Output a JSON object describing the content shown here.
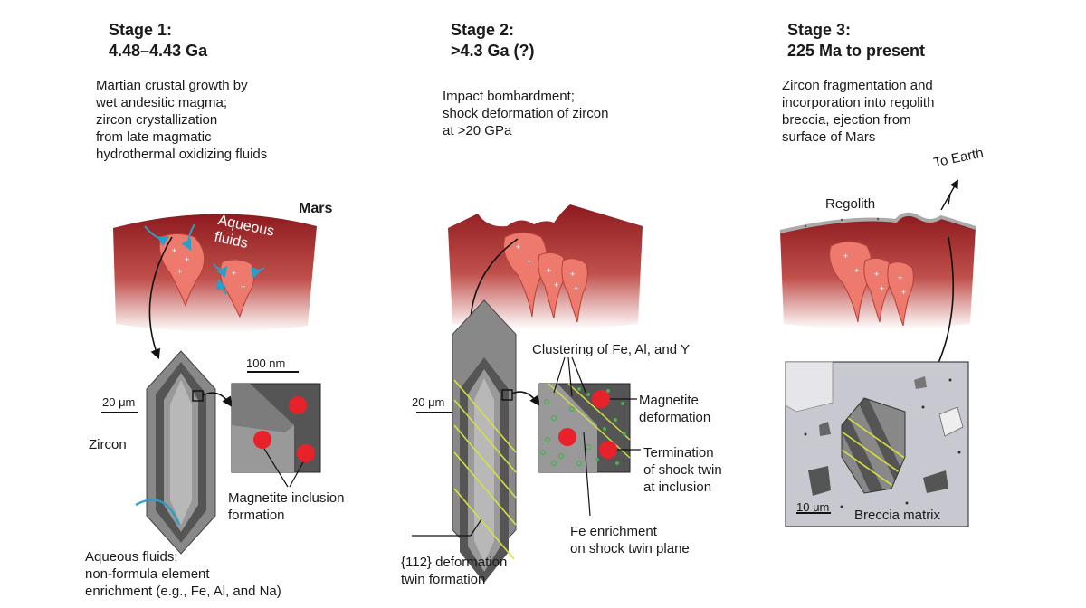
{
  "stage1": {
    "title": "Stage 1:\n4.48–4.43 Ga",
    "description": "Martian crustal growth by\nwet andesitic magma;\nzircon crystallization\nfrom late magmatic\nhydrothermal oxidizing fluids",
    "mars_label": "Mars",
    "fluids_label": "Aqueous\nfluids",
    "scale_100nm": "100 nm",
    "scale_20um": "20 μm",
    "zircon_label": "Zircon",
    "magnetite_label": "Magnetite inclusion\nformation",
    "fluids_note": "Aqueous fluids:\nnon-formula element\nenrichment (e.g., Fe, Al, and Na)"
  },
  "stage2": {
    "title": "Stage 2:\n>4.3 Ga (?)",
    "description": "Impact bombardment;\nshock deformation of zircon\nat >20 GPa",
    "clustering_label": "Clustering of Fe, Al, and Y",
    "scale_20um": "20 μm",
    "magnetite_def_label": "Magnetite\ndeformation",
    "termination_label": "Termination\nof shock twin\nat inclusion",
    "fe_enrichment_label": "Fe enrichment\non shock twin plane",
    "twin_label": "{112} deformation\ntwin formation"
  },
  "stage3": {
    "title": "Stage 3:\n225 Ma to present",
    "description": "Zircon fragmentation and\nincorporation into regolith\nbreccia, ejection from\nsurface of Mars",
    "earth_label": "To Earth",
    "regolith_label": "Regolith",
    "scale_10um": "10 μm",
    "breccia_label": "Breccia matrix"
  },
  "colors": {
    "mars_dark": "#8e1a1e",
    "mars_light": "#f2d6d0",
    "zircon_pink": "#ee7a6e",
    "fluid_blue": "#2a9ec8",
    "inclusion_red": "#e8222a",
    "twin_yellow": "#d8e040",
    "cluster_green": "#4caf50"
  }
}
